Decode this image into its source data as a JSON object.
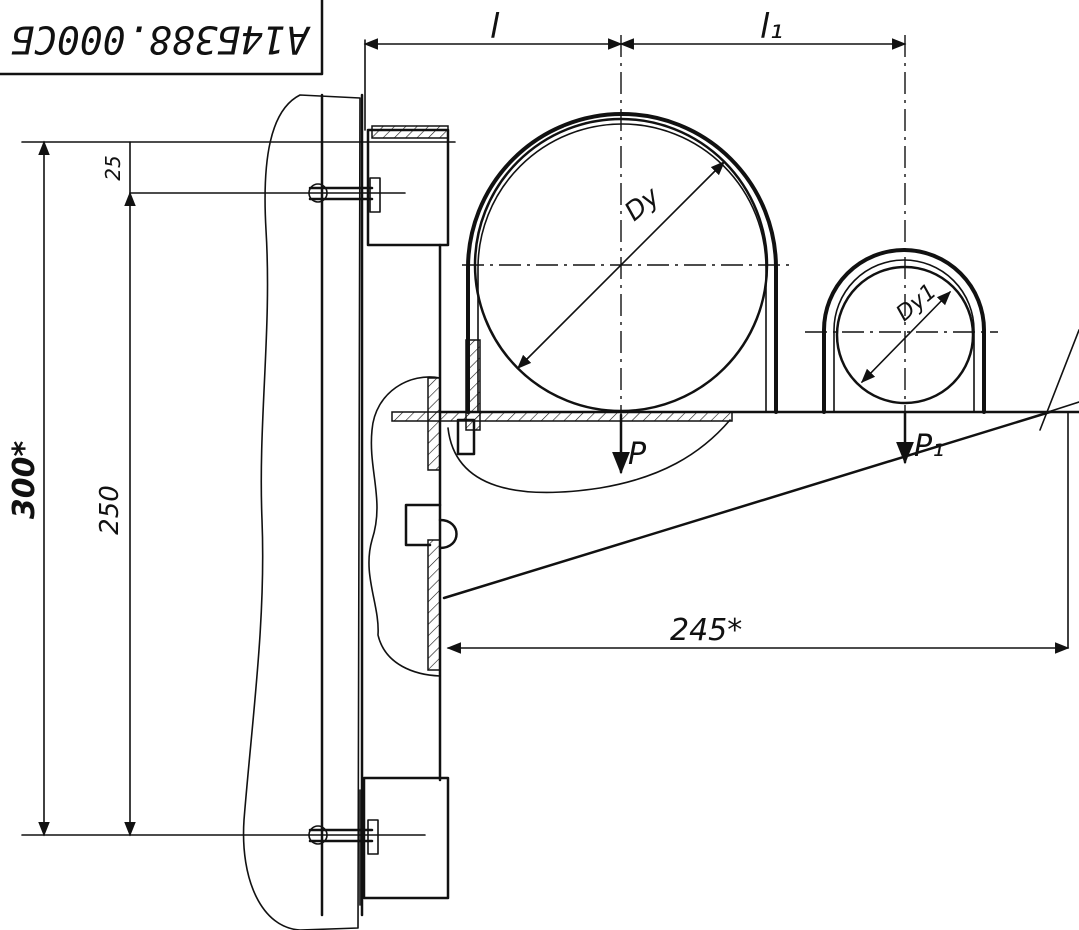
{
  "stamp": {
    "code": "А14Б388.000СБ"
  },
  "dimensions": {
    "l": "l",
    "l1": "l₁",
    "dy": "Dy",
    "dy1": "Dy1",
    "p": "P",
    "p1": "P₁",
    "total_height": "300*",
    "bolt_span": "250",
    "top_offset": "25",
    "arm_length": "245*"
  },
  "colors": {
    "ink": "#111111",
    "paper": "#ffffff"
  }
}
